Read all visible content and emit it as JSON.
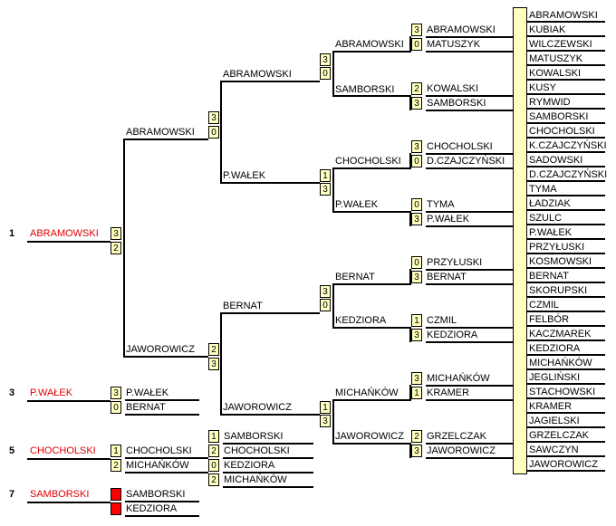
{
  "first_round": [
    "ABRAMOWSKI",
    "KUBIAK",
    "WILCZEWSKI",
    "MATUSZYK",
    "KOWALSKI",
    "KUSY",
    "RYMWID",
    "SAMBORSKI",
    "CHOCHOLSKI",
    "K.CZAJCZYŃSKI",
    "SADOWSKI",
    "D.CZAJCZYŃSKI",
    "TYMA",
    "ŁADZIAK",
    "SZULC",
    "P.WAŁEK",
    "PRZYŁUSKI",
    "KOSMOWSKI",
    "BERNAT",
    "SKORUPSKI",
    "CZMIL",
    "FELBÓR",
    "KACZMAREK",
    "KEDZIORA",
    "MICHAŃKÓW",
    "JEGLIŃSKI",
    "STACHOWSKI",
    "KRAMER",
    "JAGIELSKI",
    "GRZELCZAK",
    "SAWCZYN",
    "JAWOROWICZ"
  ],
  "round2": [
    {
      "top": {
        "name": "ABRAMOWSKI",
        "score": "3"
      },
      "bottom": {
        "name": "MATUSZYK",
        "score": "0"
      }
    },
    {
      "top": {
        "name": "KOWALSKI",
        "score": "2"
      },
      "bottom": {
        "name": "SAMBORSKI",
        "score": "3"
      }
    },
    {
      "top": {
        "name": "CHOCHOLSKI",
        "score": "3"
      },
      "bottom": {
        "name": "D.CZAJCZYŃSKI",
        "score": "0"
      }
    },
    {
      "top": {
        "name": "TYMA",
        "score": "0"
      },
      "bottom": {
        "name": "P.WAŁEK",
        "score": "3"
      }
    },
    {
      "top": {
        "name": "PRZYŁUSKI",
        "score": "0"
      },
      "bottom": {
        "name": "BERNAT",
        "score": "3"
      }
    },
    {
      "top": {
        "name": "CZMIL",
        "score": "1"
      },
      "bottom": {
        "name": "KEDZIORA",
        "score": "3"
      }
    },
    {
      "top": {
        "name": "MICHAŃKÓW",
        "score": "3"
      },
      "bottom": {
        "name": "KRAMER",
        "score": "1"
      }
    },
    {
      "top": {
        "name": "GRZELCZAK",
        "score": "2"
      },
      "bottom": {
        "name": "JAWOROWICZ",
        "score": "3"
      }
    }
  ],
  "quarterfinals": [
    {
      "top": {
        "name": "ABRAMOWSKI",
        "score": "3"
      },
      "bottom": {
        "name": "SAMBORSKI",
        "score": "0"
      }
    },
    {
      "top": {
        "name": "CHOCHOLSKI",
        "score": "1"
      },
      "bottom": {
        "name": "P.WAŁEK",
        "score": "3"
      }
    },
    {
      "top": {
        "name": "BERNAT",
        "score": "3"
      },
      "bottom": {
        "name": "KEDZIORA",
        "score": "0"
      }
    },
    {
      "top": {
        "name": "MICHAŃKÓW",
        "score": "1"
      },
      "bottom": {
        "name": "JAWOROWICZ",
        "score": "3"
      }
    }
  ],
  "semifinals": [
    {
      "top": {
        "name": "ABRAMOWSKI",
        "score": "3"
      },
      "bottom": {
        "name": "P.WAŁEK",
        "score": "0"
      }
    },
    {
      "top": {
        "name": "BERNAT",
        "score": "2"
      },
      "bottom": {
        "name": "JAWOROWICZ",
        "score": "3"
      }
    }
  ],
  "final": {
    "top": {
      "name": "ABRAMOWSKI",
      "score": "3"
    },
    "bottom": {
      "name": "JAWOROWICZ",
      "score": "2"
    }
  },
  "champion": {
    "place": "1",
    "name": "ABRAMOWSKI"
  },
  "third_place": {
    "place": "3",
    "name": "P.WAŁEK",
    "match": {
      "top": {
        "name": "P.WAŁEK",
        "score": "3"
      },
      "bottom": {
        "name": "BERNAT",
        "score": "0"
      }
    }
  },
  "fifth_place": {
    "place": "5",
    "name": "CHOCHOLSKI",
    "final": {
      "top": {
        "name": "CHOCHOLSKI",
        "score": "1"
      },
      "bottom": {
        "name": "MICHAŃKÓW",
        "score": "2"
      }
    },
    "semis": [
      {
        "top": {
          "name": "SAMBORSKI",
          "score": "1"
        },
        "bottom": {
          "name": "CHOCHOLSKI",
          "score": "2"
        }
      },
      {
        "top": {
          "name": "KEDZIORA",
          "score": "0"
        },
        "bottom": {
          "name": "MICHAŃKÓW",
          "score": "2"
        }
      }
    ]
  },
  "seventh_place": {
    "place": "7",
    "name": "SAMBORSKI",
    "match": {
      "top": {
        "name": "SAMBORSKI",
        "score": ""
      },
      "bottom": {
        "name": "KEDZIORA",
        "score": ""
      }
    }
  },
  "colors": {
    "score_box": "#ffffc0",
    "winner_red": "#e00000",
    "walkover_box": "#ff0000",
    "line": "#000000"
  }
}
